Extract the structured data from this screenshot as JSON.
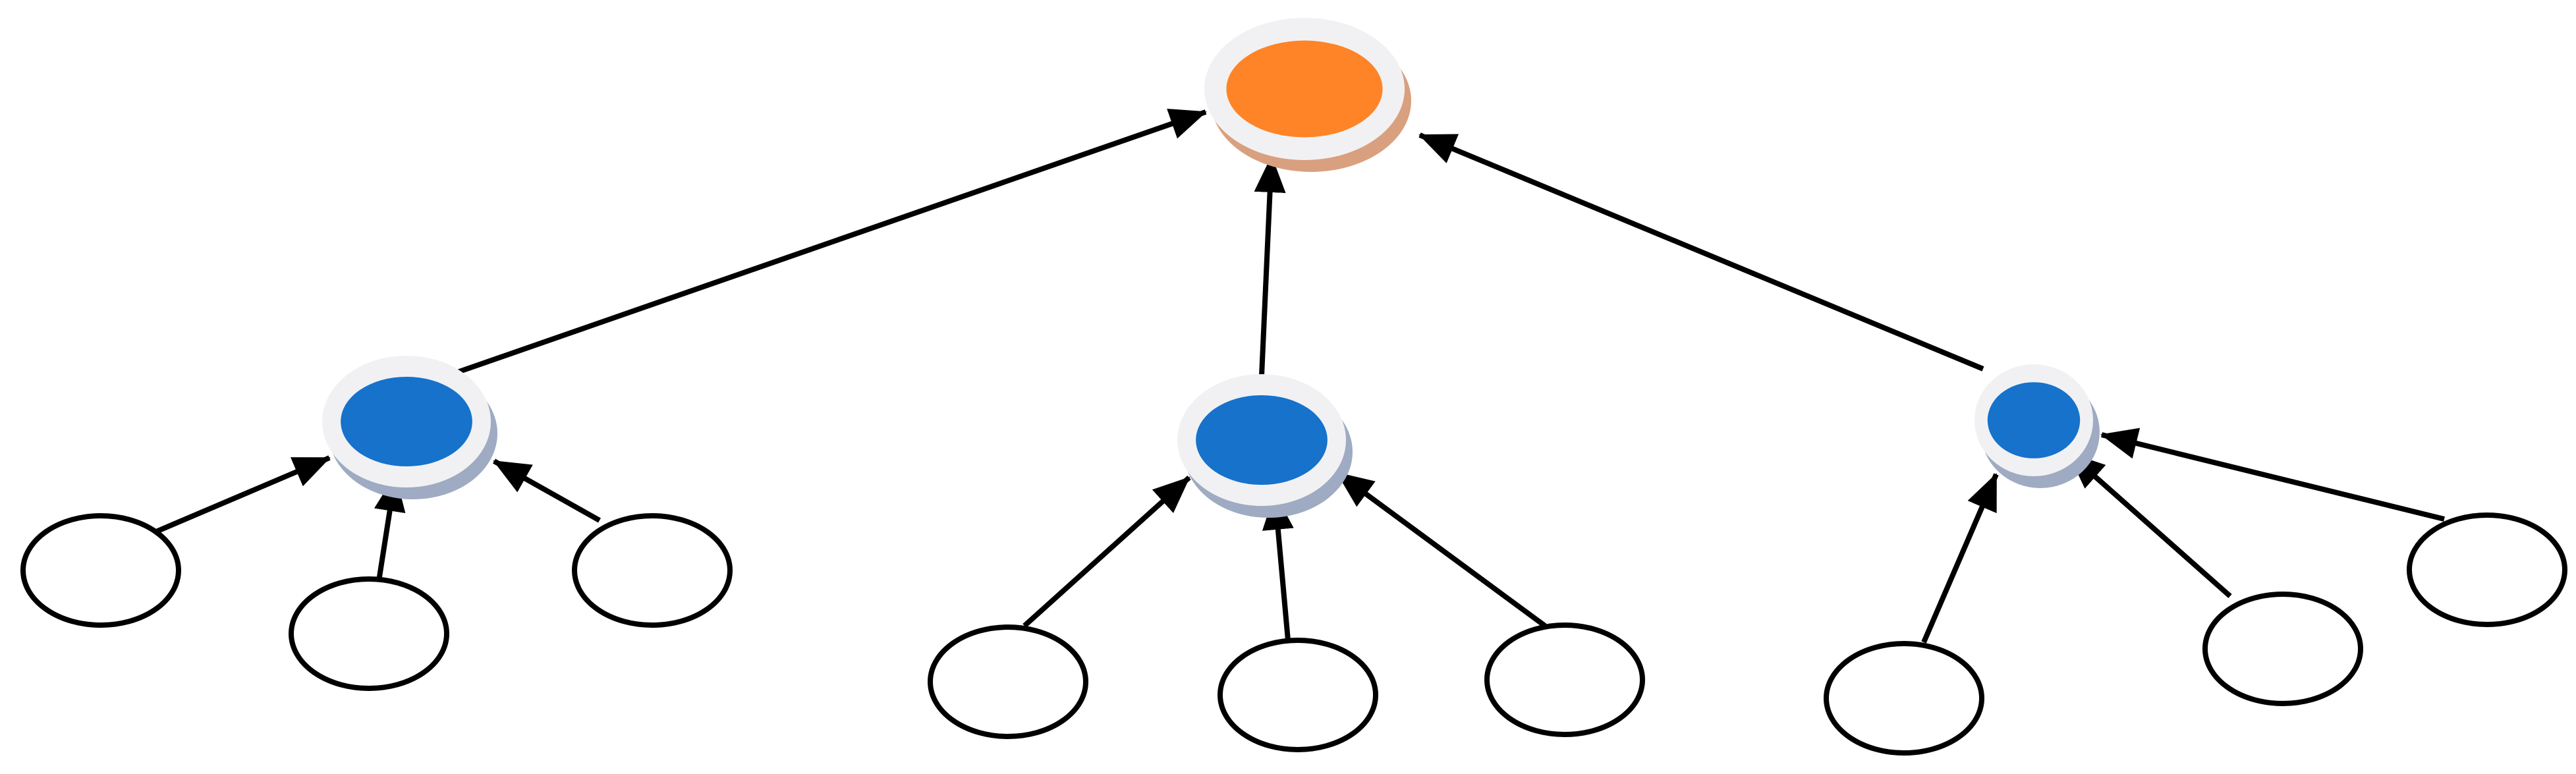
{
  "diagram": {
    "type": "hierarchy-tree",
    "levels": 3,
    "colors": {
      "root_fill": "#FF8427",
      "root_shadow": "#D9A07F",
      "middle_fill": "#1672CB",
      "middle_shadow": "#9EABC2",
      "halo": "#F1F1F3",
      "leaf_fill": "#FFFFFF",
      "stroke": "#000000"
    },
    "root": {
      "id": "root",
      "color": "orange"
    },
    "middle": [
      {
        "id": "m1",
        "color": "blue",
        "leaves": [
          "l1",
          "l2",
          "l3"
        ]
      },
      {
        "id": "m2",
        "color": "blue",
        "leaves": [
          "l4",
          "l5",
          "l6"
        ]
      },
      {
        "id": "m3",
        "color": "blue",
        "leaves": [
          "l7",
          "l8",
          "l9"
        ]
      }
    ],
    "edge_direction": "child-to-parent"
  }
}
